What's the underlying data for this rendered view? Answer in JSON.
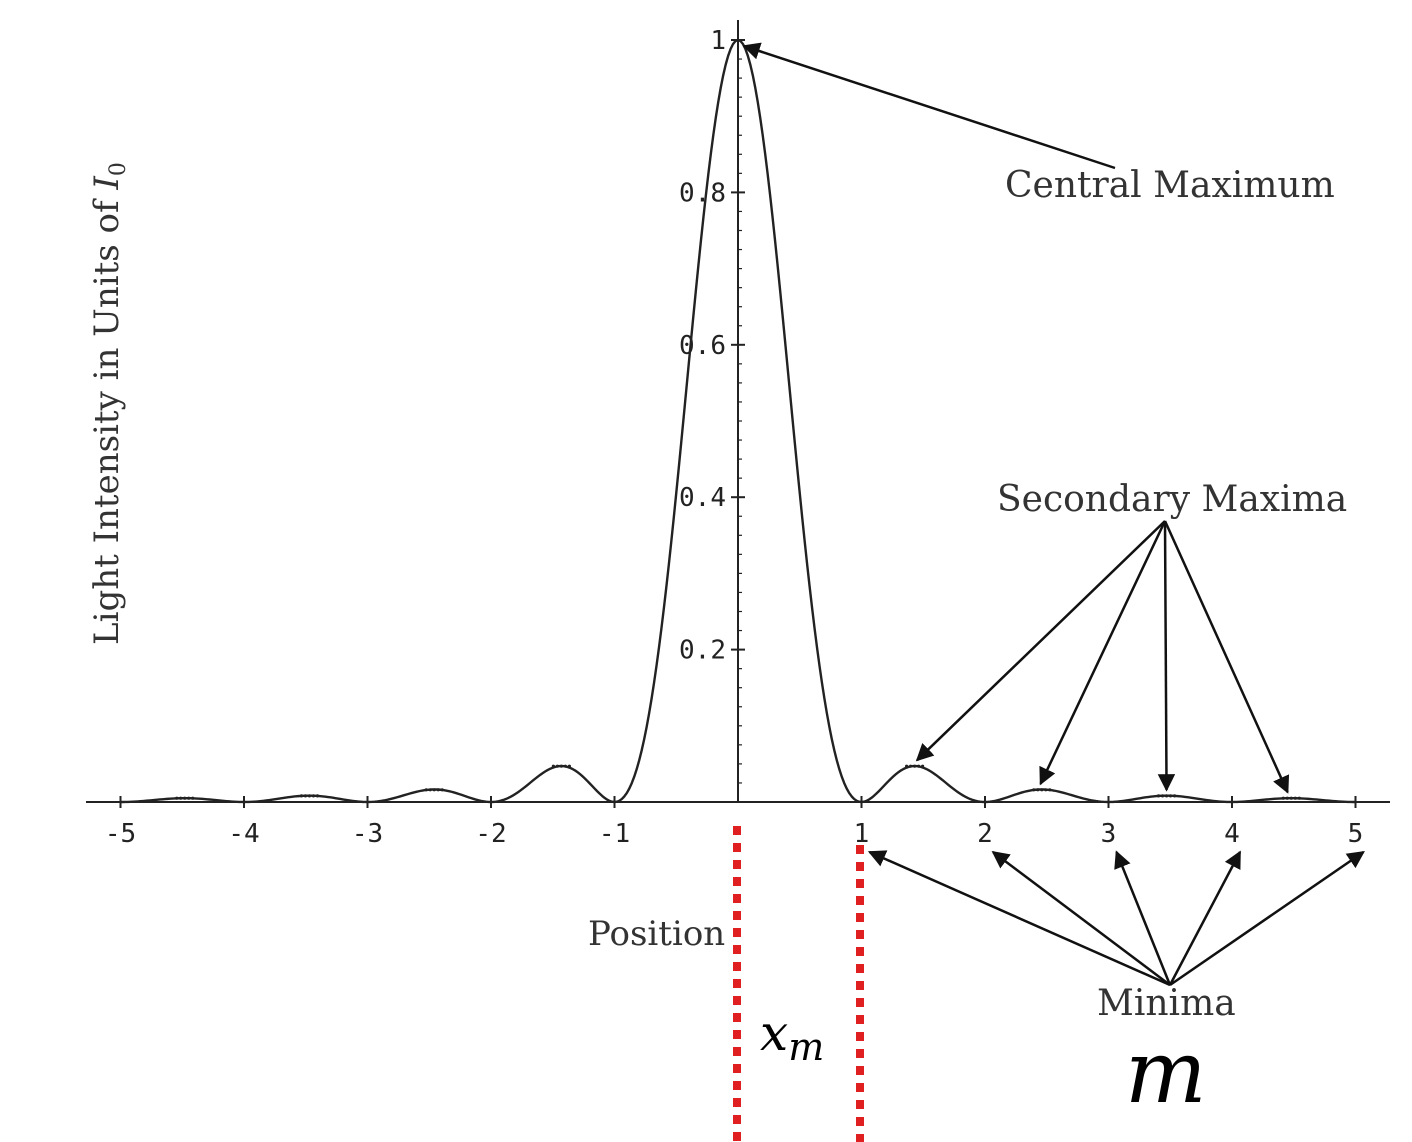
{
  "chart_data": {
    "type": "line",
    "title": "",
    "xlabel": "Position",
    "ylabel": "Light Intensity in Units of ",
    "ylabel_symbol": "I",
    "ylabel_subscript": "0",
    "xlim": [
      -5,
      5
    ],
    "ylim": [
      0,
      1
    ],
    "x_ticks": [
      "-5",
      "-4",
      "-3",
      "-2",
      "-1",
      "1",
      "2",
      "3",
      "4",
      "5"
    ],
    "y_ticks": [
      "0.2",
      "0.4",
      "0.6",
      "0.8",
      "1"
    ],
    "series": [
      {
        "function": "sinc_squared",
        "x_range": [
          -5,
          5
        ],
        "sample_step": 0.02,
        "peak_value": 1,
        "zeros_at": [
          -5,
          -4,
          -3,
          -2,
          -1,
          1,
          2,
          3,
          4,
          5
        ],
        "secondary_maxima": [
          {
            "x": -4.48,
            "y": 0.005
          },
          {
            "x": -3.47,
            "y": 0.008
          },
          {
            "x": -2.46,
            "y": 0.016
          },
          {
            "x": -1.43,
            "y": 0.047
          },
          {
            "x": 1.43,
            "y": 0.047
          },
          {
            "x": 2.46,
            "y": 0.016
          },
          {
            "x": 3.47,
            "y": 0.008
          },
          {
            "x": 4.48,
            "y": 0.005
          }
        ]
      }
    ],
    "annotations": {
      "central_maximum": {
        "text": "Central Maximum",
        "points_to": {
          "x": 0,
          "y": 1
        }
      },
      "secondary_maxima": {
        "text": "Secondary Maxima",
        "points_to": [
          {
            "x": 1.45,
            "y": 0.047
          },
          {
            "x": 2.45,
            "y": 0.016
          },
          {
            "x": 3.47,
            "y": 0.008
          },
          {
            "x": 4.45,
            "y": 0.005
          }
        ]
      },
      "minima": {
        "text": "Minima",
        "points_to": [
          1,
          2,
          3,
          4,
          5
        ]
      },
      "x_m_label": "x",
      "x_m_subscript": "m",
      "x_m_span": [
        0,
        1
      ],
      "m_label": "m"
    },
    "grid": false,
    "colors": {
      "curve": "#222222",
      "axes": "#222222",
      "annotation_arrows": "#111111",
      "marker_lines": "#e02020"
    }
  }
}
